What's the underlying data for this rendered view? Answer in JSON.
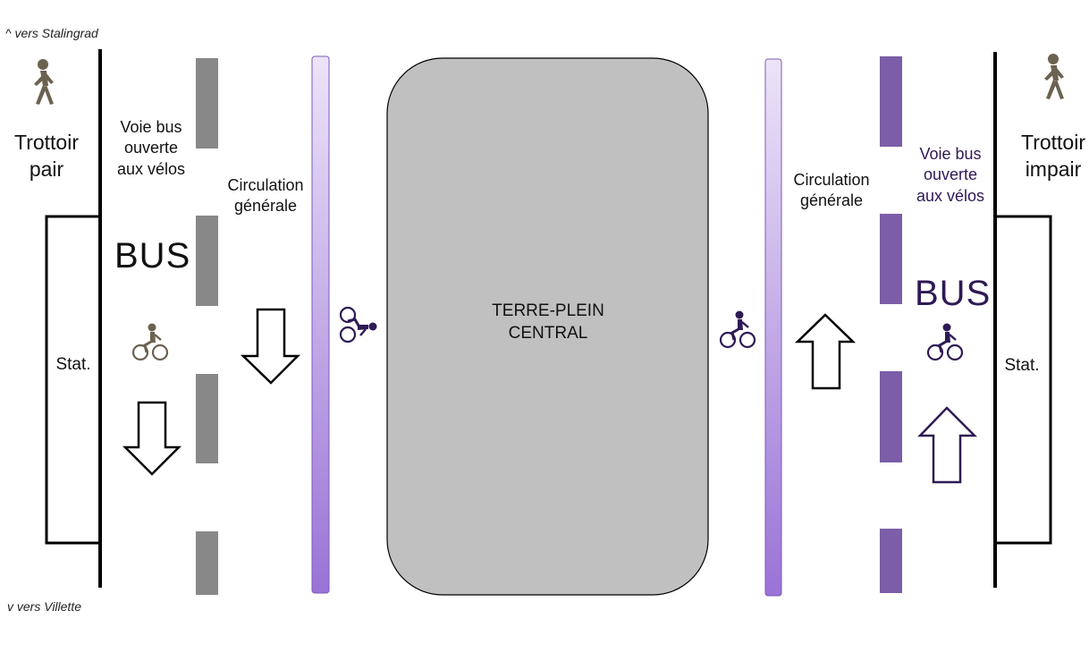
{
  "direction": {
    "north": "^ vers Stalingrad",
    "south": "v vers Villette"
  },
  "left_side": {
    "sidewalk_label": "Trottoir\npair",
    "bus_lane_label": "Voie bus\nouverte\naux vélos",
    "bus_marking": "BUS",
    "parking_label": "Stat.",
    "general_traffic_label": "Circulation\ngénérale"
  },
  "median": {
    "label": "TERRE-PLEIN\nCENTRAL"
  },
  "right_side": {
    "sidewalk_label": "Trottoir\nimpair",
    "bus_lane_label": "Voie bus\nouverte\naux vélos",
    "bus_marking": "BUS",
    "parking_label": "Stat.",
    "general_traffic_label": "Circulation\ngénérale"
  },
  "icons": {
    "pedestrian": "pedestrian-icon",
    "cyclist": "cyclist-icon",
    "arrow_down": "arrow-down-icon",
    "arrow_up": "arrow-up-icon"
  },
  "colors": {
    "left_lane_dash": "#888888",
    "right_lane_dash": "#7b5ea7",
    "bike_lane_top": "#ece4f8",
    "bike_lane_bottom": "#9a73d6",
    "median_fill": "#c0c0c0",
    "right_bus_text": "#2e1a55",
    "pedestrian": "#6b6250",
    "left_cyclist": "#6b6250",
    "right_cyclist": "#2e1a55"
  }
}
